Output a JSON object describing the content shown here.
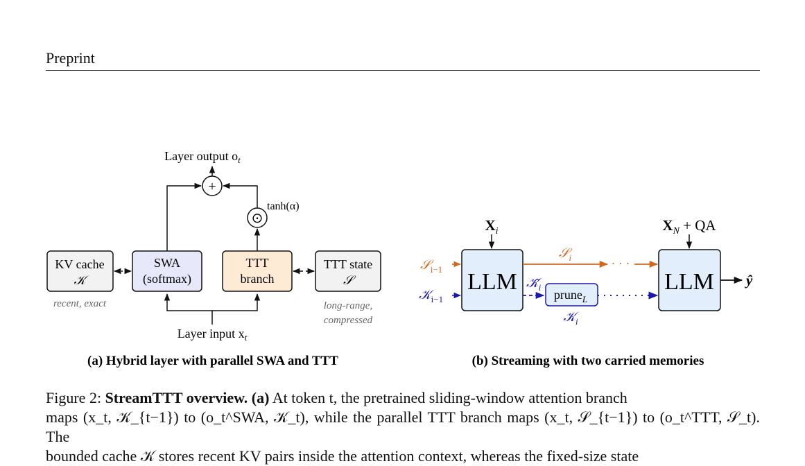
{
  "header": {
    "title": "Preprint"
  },
  "panel_a": {
    "layer_output": "Layer output o",
    "layer_output_sub": "t",
    "layer_input": "Layer input x",
    "layer_input_sub": "t",
    "gate_label": "tanh(α)",
    "sum_symbol": "+",
    "gate_symbol": "⊙",
    "kv_cache": {
      "line1": "KV cache",
      "line2": "𝒦",
      "note": "recent, exact"
    },
    "swa": {
      "line1": "SWA",
      "line2": "(softmax)"
    },
    "ttt_branch": {
      "line1": "TTT",
      "line2": "branch"
    },
    "ttt_state": {
      "line1": "TTT state",
      "line2": "𝒮",
      "note_line1": "long-range,",
      "note_line2": "compressed"
    },
    "caption": "(a) Hybrid layer with parallel SWA and TTT"
  },
  "panel_b": {
    "input_i": "X",
    "input_i_sub": "i",
    "input_n": "X",
    "input_n_sub": "N",
    "input_n_suffix": " + QA",
    "llm_left": "LLM",
    "llm_right": "LLM",
    "state_prev": "𝒮",
    "state_prev_sub": "i−1",
    "state_next": "𝒮",
    "state_next_sub": "i",
    "cache_prev": "𝒦",
    "cache_prev_sub": "i−1",
    "cache_tilde": "𝒦̃",
    "cache_tilde_sub": "i",
    "prune": "prune",
    "prune_sub": "L",
    "cache_next": "𝒦",
    "cache_next_sub": "i",
    "dots": "· · ·",
    "output": "ŷ",
    "caption": "(b) Streaming with two carried memories"
  },
  "figure_caption": {
    "label": "Figure 2:",
    "title": "StreamTTT overview.",
    "part_a": "(a)",
    "line1_text": " At token t, the pretrained sliding-window attention branch",
    "line2_text": "maps (x_t, 𝒦_{t−1}) to (o_t^SWA, 𝒦_t), while the parallel TTT branch maps (x_t, 𝒮_{t−1}) to (o_t^TTT, 𝒮_t). The",
    "line3_text": "bounded cache 𝒦 stores recent KV pairs inside the attention context, whereas the fixed-size state"
  },
  "colors": {
    "orange": "#d2691e",
    "blue": "#1a1aa8",
    "swa_fill": "#e8e8fb",
    "ttt_fill": "#fdebd6",
    "gray_fill": "#f2f2f2",
    "llm_fill": "#e3eefc"
  }
}
